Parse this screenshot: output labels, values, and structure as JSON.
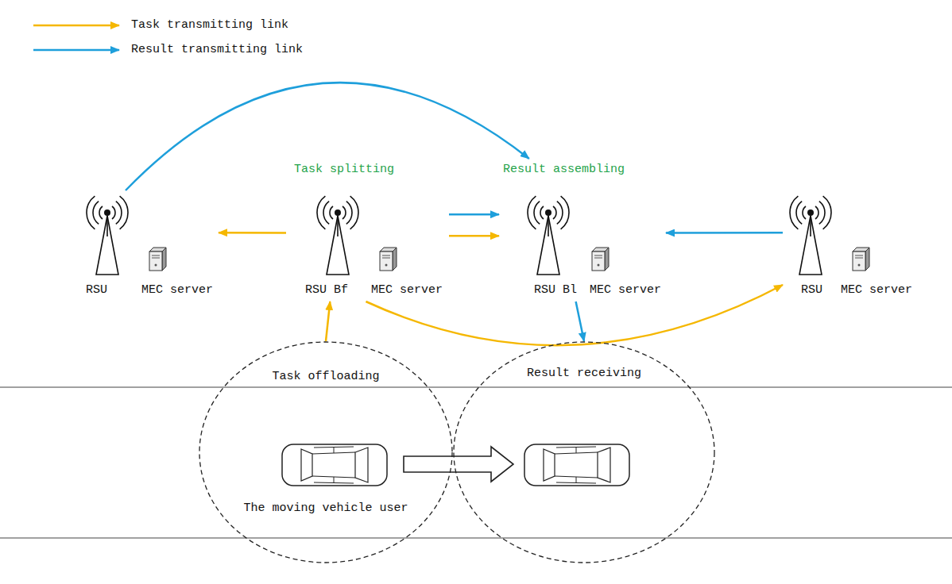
{
  "diagram": {
    "nodes": [
      {
        "text": [
          "RSU",
          "MEC server"
        ]
      },
      {
        "text": [
          "Task splitting",
          "RSU Bf",
          "MEC server"
        ]
      },
      {
        "text": [
          "Result assembling",
          "RSU Bl",
          "MEC server"
        ]
      },
      {
        "text": [
          "RSU",
          "MEC server"
        ]
      },
      {
        "text": [
          "Task offloading",
          "The moving vehicle user"
        ]
      },
      {
        "text": [
          "Result receiving"
        ]
      }
    ],
    "edges": [
      {
        "from": 4,
        "to": 1,
        "arrow": "to"
      },
      {
        "from": 1,
        "to": 0,
        "arrow": "to"
      },
      {
        "from": 1,
        "to": 2,
        "arrow": "to"
      },
      {
        "from": 1,
        "to": 3,
        "arrow": "to"
      },
      {
        "from": 1,
        "to": 2,
        "arrow": "to"
      },
      {
        "from": 3,
        "to": 2,
        "arrow": "to"
      },
      {
        "from": 0,
        "to": 2,
        "arrow": "to"
      },
      {
        "from": 2,
        "to": 5,
        "arrow": "to"
      }
    ],
    "legend": [
      {
        "text": "Task transmitting link",
        "color": "#F5B700"
      },
      {
        "text": "Result transmitting link",
        "color": "#1E9FDB"
      }
    ]
  }
}
